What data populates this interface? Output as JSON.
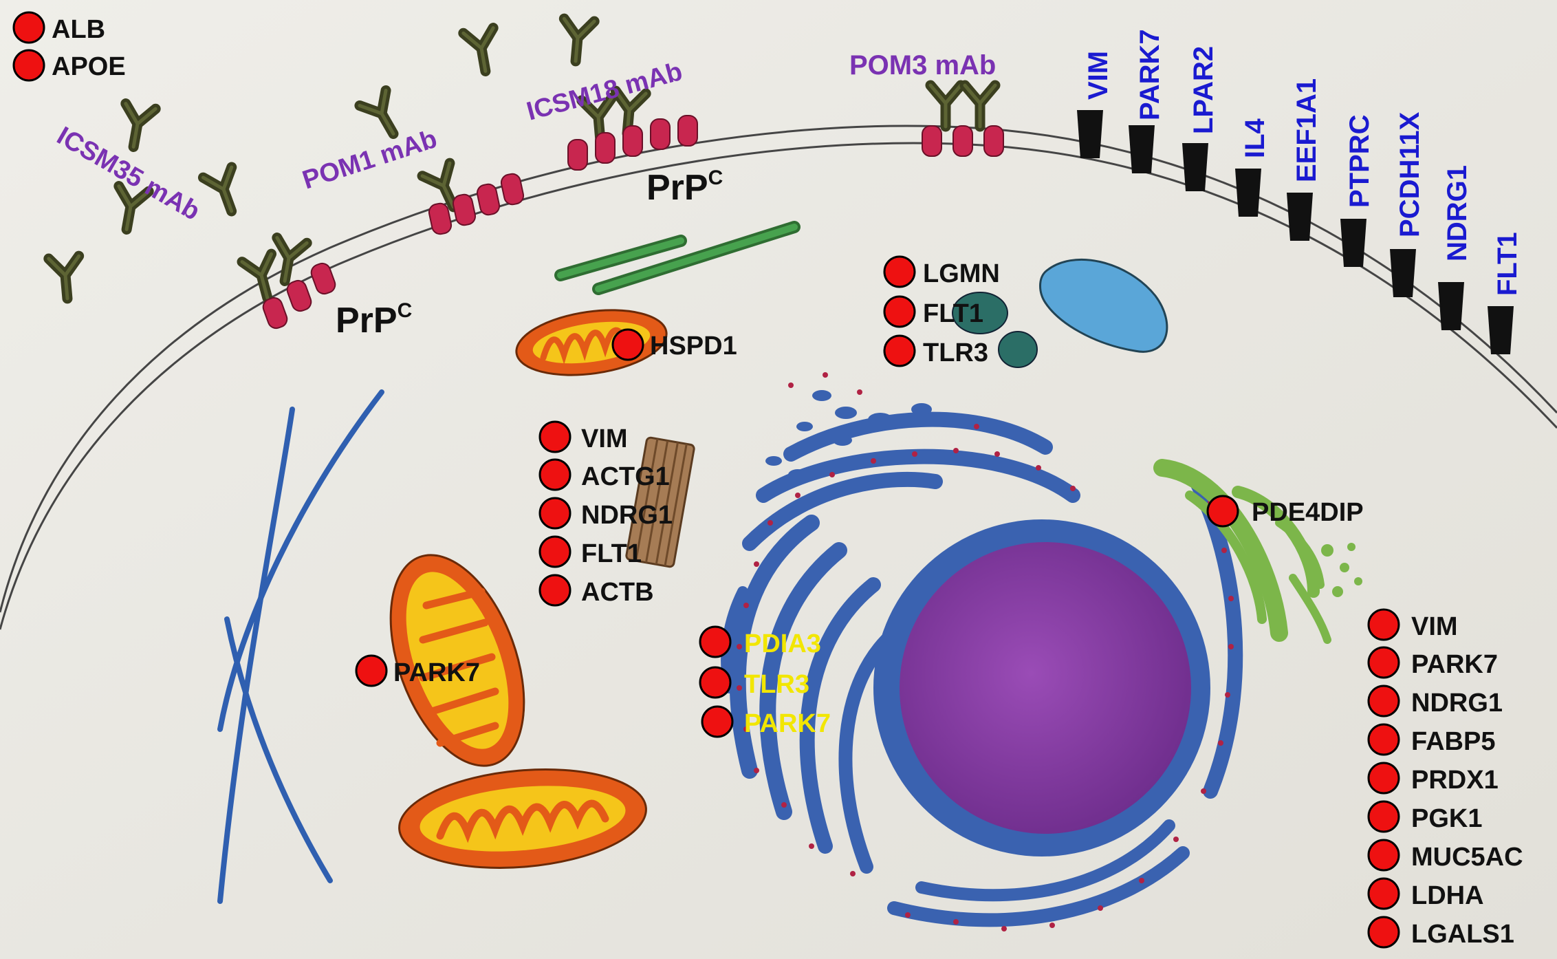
{
  "colors": {
    "paper": "#ecebe6",
    "membrane": "#4a4a4a",
    "antibody": "#3b3f1f",
    "prp": "#c8264f",
    "mab_label": "#7a32b2",
    "receptor_label": "#1a1ad0",
    "marker_dot": "#ee1111",
    "label_black": "#111111",
    "label_yellow": "#f2e600",
    "nucleus": "#8a3fa0",
    "er": "#3a62b0",
    "golgi": "#8cc45a",
    "mito_outer": "#e35a18",
    "mito_inner": "#f5c51a",
    "cytoskeleton": "#2f5fb0",
    "vacuole": "#5aa6d8",
    "lysosome": "#2b6e66",
    "microtubule": "#2f8a3a"
  },
  "extracellular_markers": [
    "ALB",
    "APOE"
  ],
  "antibody_labels": {
    "icsm35": "ICSM35 mAb",
    "pom1": "POM1 mAb",
    "icsm18": "ICSM18 mAb",
    "pom3": "POM3 mAb"
  },
  "prp_label": {
    "main": "PrP",
    "sup": "C"
  },
  "membrane_receptors": [
    "VIM",
    "PARK7",
    "LPAR2",
    "IL4",
    "EEF1A1",
    "PTPRC",
    "PCDH11X",
    "NDRG1",
    "FLT1"
  ],
  "endosome_markers": [
    "LGMN",
    "FLT1",
    "TLR3"
  ],
  "mito_top_marker": "HSPD1",
  "cytoskeleton_markers": [
    "VIM",
    "ACTG1",
    "NDRG1",
    "FLT1",
    "ACTB"
  ],
  "mito_left_marker": "PARK7",
  "er_markers": [
    "PDIA3",
    "TLR3",
    "PARK7"
  ],
  "golgi_marker": "PDE4DIP",
  "cytoplasm_markers": [
    "VIM",
    "PARK7",
    "NDRG1",
    "FABP5",
    "PRDX1",
    "PGK1",
    "MUC5AC",
    "LDHA",
    "LGALS1"
  ]
}
